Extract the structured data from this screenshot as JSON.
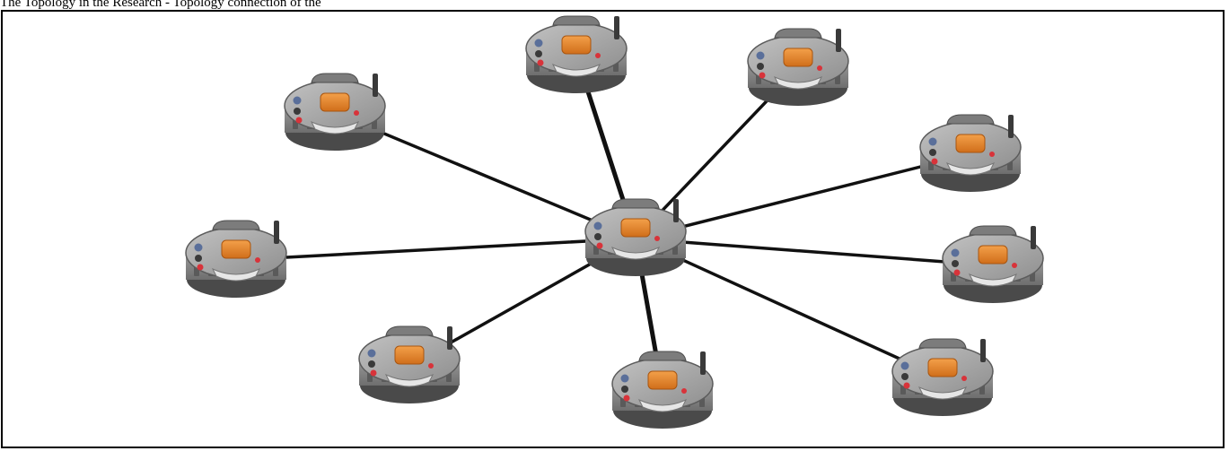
{
  "caption": "The Topology in the Research - Topology connection of the",
  "colors": {
    "link": "#111111",
    "node_body": "#8a8a8a",
    "node_top": "#a6a6a6",
    "node_dark": "#3a3a3a",
    "button": "#e8852a",
    "led_red": "#d8333a",
    "led_blue": "#5a6f9a"
  },
  "nodes": [
    {
      "id": "center",
      "role": "coordinator"
    },
    {
      "id": "top-left",
      "role": "end-device"
    },
    {
      "id": "top",
      "role": "end-device"
    },
    {
      "id": "top-right",
      "role": "end-device"
    },
    {
      "id": "right-upper",
      "role": "end-device"
    },
    {
      "id": "right-lower",
      "role": "end-device"
    },
    {
      "id": "bottom-right",
      "role": "end-device"
    },
    {
      "id": "bottom",
      "role": "end-device"
    },
    {
      "id": "bottom-left",
      "role": "end-device"
    },
    {
      "id": "left",
      "role": "end-device"
    }
  ],
  "links": [
    {
      "from": "center",
      "to": "top-left"
    },
    {
      "from": "center",
      "to": "top"
    },
    {
      "from": "center",
      "to": "top-right"
    },
    {
      "from": "center",
      "to": "right-upper"
    },
    {
      "from": "center",
      "to": "right-lower"
    },
    {
      "from": "center",
      "to": "bottom-right"
    },
    {
      "from": "center",
      "to": "bottom"
    },
    {
      "from": "center",
      "to": "bottom-left"
    },
    {
      "from": "center",
      "to": "left"
    }
  ]
}
